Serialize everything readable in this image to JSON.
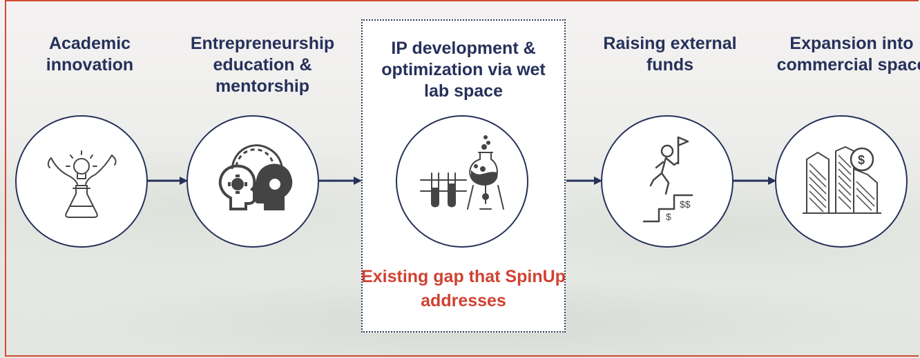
{
  "steps": [
    {
      "label": "Academic innovation",
      "icon": "lightbulb-flask-icon"
    },
    {
      "label": "Entrepreneurship education & mentorship",
      "icon": "mentoring-heads-icon"
    },
    {
      "label": "IP development & optimization via wet lab space",
      "icon": "test-tubes-flask-icon"
    },
    {
      "label": "Raising external funds",
      "icon": "climbing-stairs-money-icon"
    },
    {
      "label": "Expansion into commercial space",
      "icon": "buildings-dollar-icon"
    }
  ],
  "gap_note": "Existing gap that SpinUp addresses",
  "colors": {
    "navy": "#26315a",
    "red": "#d04232",
    "icon": "#444444"
  }
}
